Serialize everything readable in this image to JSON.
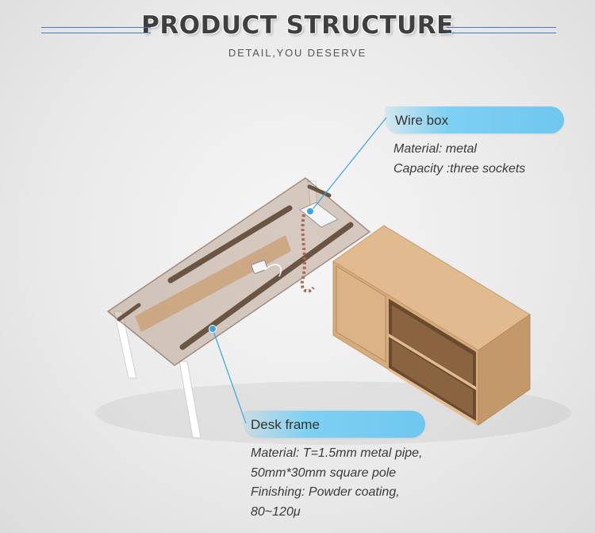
{
  "header": {
    "title": "PRODUCT STRUCTURE",
    "subtitle": "DETAIL,YOU  DESERVE"
  },
  "callouts": {
    "wire_box": {
      "label": "Wire box",
      "details": [
        "Material: metal",
        "Capacity :three sockets"
      ]
    },
    "desk_frame": {
      "label": "Desk frame",
      "details": [
        "Material: T=1.5mm metal pipe,",
        "50mm*30mm square pole",
        "Finishing: Powder coating,",
        "80~120μ"
      ]
    }
  },
  "colors": {
    "accent": "#6fc7ee",
    "rule": "#4a79c4",
    "wood": "#d9b184",
    "frame": "#6a5444"
  },
  "image": {
    "subject": "L-shaped glass-top desk with wooden side cabinet"
  }
}
